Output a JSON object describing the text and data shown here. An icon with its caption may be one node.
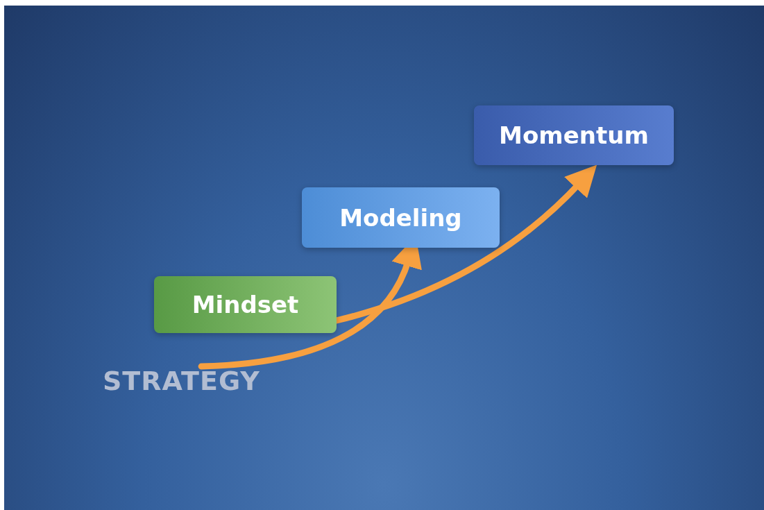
{
  "diagram": {
    "nodes": [
      {
        "text": [
          "Mindset"
        ]
      },
      {
        "text": [
          "Modeling"
        ]
      },
      {
        "text": [
          "Momentum"
        ]
      },
      {
        "text": [
          "STRATEGY"
        ]
      }
    ],
    "edges": [
      {
        "from": 3,
        "to": 1,
        "arrow": "to"
      },
      {
        "from": 0,
        "to": 2,
        "arrow": "to"
      }
    ]
  }
}
